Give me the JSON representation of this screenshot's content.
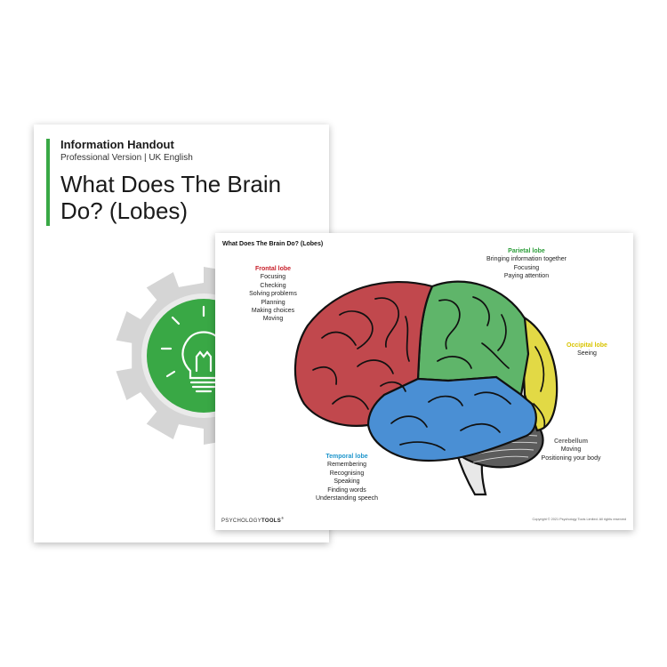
{
  "colors": {
    "accent": "#39a845",
    "frontal": "#c1484d",
    "parietal": "#5fb56a",
    "occipital": "#e2d945",
    "temporal": "#4a8fd4",
    "cerebellum": "#5c5c5c"
  },
  "cover": {
    "kicker": "Information Handout",
    "version": "Professional Version | UK English",
    "title": "What Does The Brain Do? (Lobes)",
    "icon": "lightbulb-gear-icon"
  },
  "poster": {
    "title": "What Does The Brain Do? (Lobes)",
    "lobes": {
      "frontal": {
        "name": "Frontal lobe",
        "functions": [
          "Focusing",
          "Checking",
          "Solving problems",
          "Planning",
          "Making choices",
          "Moving"
        ]
      },
      "parietal": {
        "name": "Parietal lobe",
        "functions": [
          "Bringing information together",
          "Focusing",
          "Paying attention"
        ]
      },
      "occipital": {
        "name": "Occipital lobe",
        "functions": [
          "Seeing"
        ]
      },
      "temporal": {
        "name": "Temporal lobe",
        "functions": [
          "Remembering",
          "Recognising",
          "Speaking",
          "Finding words",
          "Understanding speech"
        ]
      },
      "cerebellum": {
        "name": "Cerebellum",
        "functions": [
          "Moving",
          "Positioning your body"
        ]
      }
    },
    "brand_left": "PSYCHOLOGY",
    "brand_right": "TOOLS",
    "brand_mark": "®",
    "copyright": "Copyright © 2021 Psychology Tools Limited. All rights reserved"
  }
}
